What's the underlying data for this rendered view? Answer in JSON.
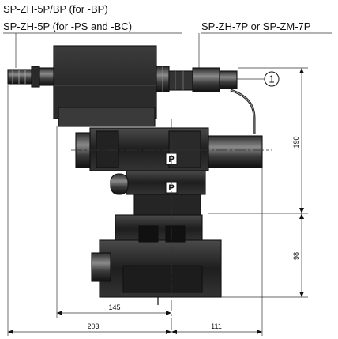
{
  "labels": {
    "connector_bp": "SP-ZH-5P/BP (for -BP)",
    "connector_ps_bc": "SP-ZH-5P (for -PS and -BC)",
    "connector_7p": "SP-ZH-7P or SP-ZM-7P",
    "callout_number": "1",
    "marker_upper": "P",
    "marker_lower": "P"
  },
  "dimensions": {
    "height_upper": "190",
    "height_lower": "98",
    "width_145": "145",
    "width_203": "203",
    "width_111": "111"
  },
  "colors": {
    "body_dark": "#1a1a1a",
    "body_mid": "#3a3a3a",
    "body_light": "#5a5a5a",
    "highlight": "#8a8a8a",
    "line": "#222222"
  }
}
